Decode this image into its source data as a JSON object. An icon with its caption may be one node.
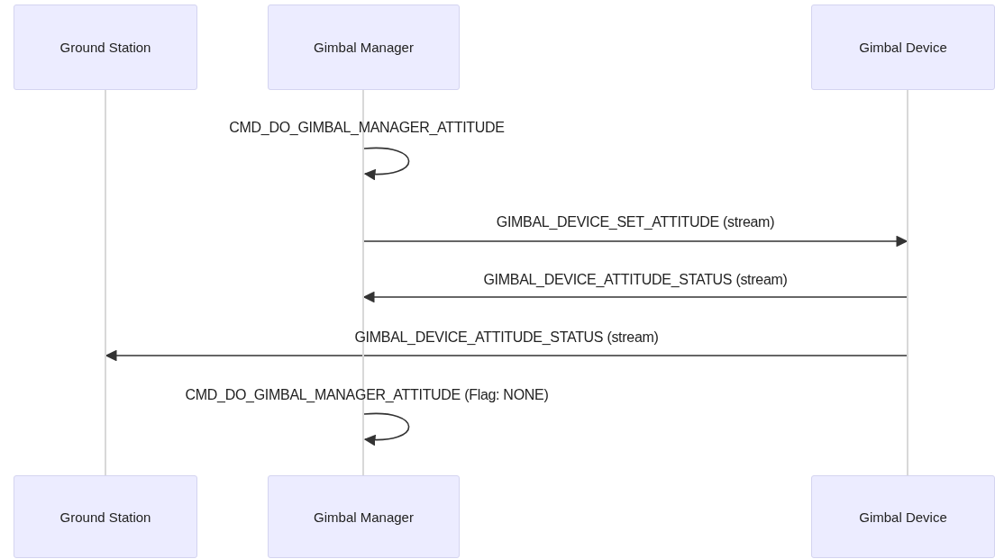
{
  "diagram": {
    "nodes": [
      {
        "text": [
          "Ground Station"
        ]
      },
      {
        "text": [
          "Gimbal Manager"
        ]
      },
      {
        "text": [
          "Gimbal Device"
        ]
      },
      {
        "text": [],
        "shape": "bar"
      },
      {
        "text": [],
        "shape": "bar"
      },
      {
        "text": [],
        "shape": "bar"
      },
      {
        "text": [
          "Ground Station"
        ]
      },
      {
        "text": [
          "Gimbal Manager"
        ]
      },
      {
        "text": [
          "Gimbal Device"
        ]
      }
    ],
    "edges": [
      {
        "from": 4,
        "to": 4,
        "arrow": "to",
        "label": "CMD_DO_GIMBAL_MANAGER_ATTITUDE"
      },
      {
        "from": 4,
        "to": 5,
        "arrow": "to",
        "label": "GIMBAL_DEVICE_SET_ATTITUDE (stream)"
      },
      {
        "from": 5,
        "to": 4,
        "arrow": "to",
        "label": "GIMBAL_DEVICE_ATTITUDE_STATUS (stream)"
      },
      {
        "from": 5,
        "to": 3,
        "arrow": "to",
        "label": "GIMBAL_DEVICE_ATTITUDE_STATUS (stream)"
      },
      {
        "from": 4,
        "to": 4,
        "arrow": "to",
        "label": "CMD_DO_GIMBAL_MANAGER_ATTITUDE (Flag: NONE)"
      }
    ]
  }
}
